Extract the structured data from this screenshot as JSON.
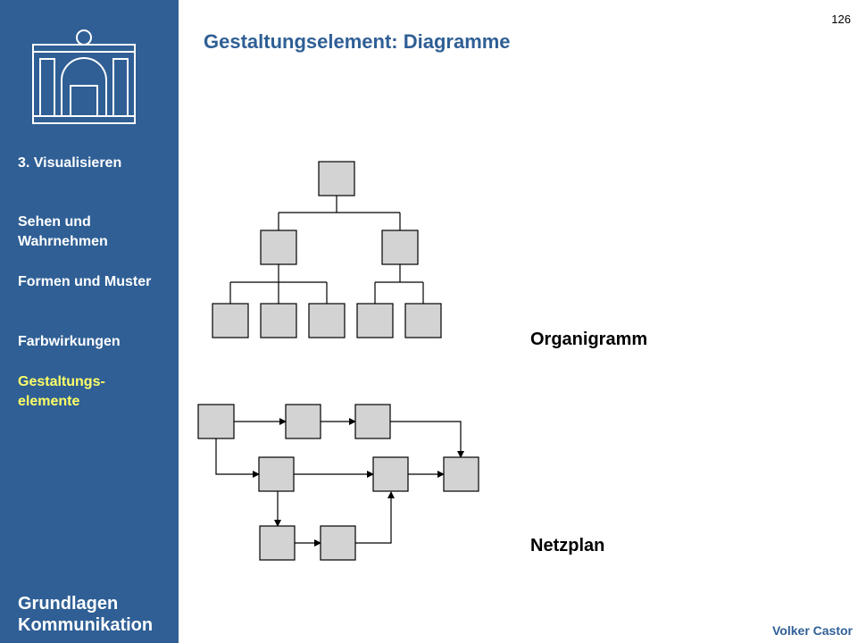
{
  "page_number": "126",
  "title": "Gestaltungselement: Diagramme",
  "sidebar": {
    "logo_icon": "building-facade-icon",
    "section": "3. Visualisieren",
    "items": [
      {
        "label": "Sehen und Wahrnehmen",
        "active": false
      },
      {
        "label": "Formen und Muster",
        "active": false
      },
      {
        "label": "Farbwirkungen",
        "active": false
      },
      {
        "label": "Gestaltungs- elemente",
        "active": true
      }
    ],
    "brand": "Grundlagen Kommunikation"
  },
  "colors": {
    "sidebar": "#2f5f95",
    "active": "#ffff66",
    "box_fill": "#d3d3d3",
    "title": "#2f5f95"
  },
  "diagrams": {
    "organigram_label": "Organigramm",
    "network_label": "Netzplan"
  },
  "author": "Volker Castor"
}
